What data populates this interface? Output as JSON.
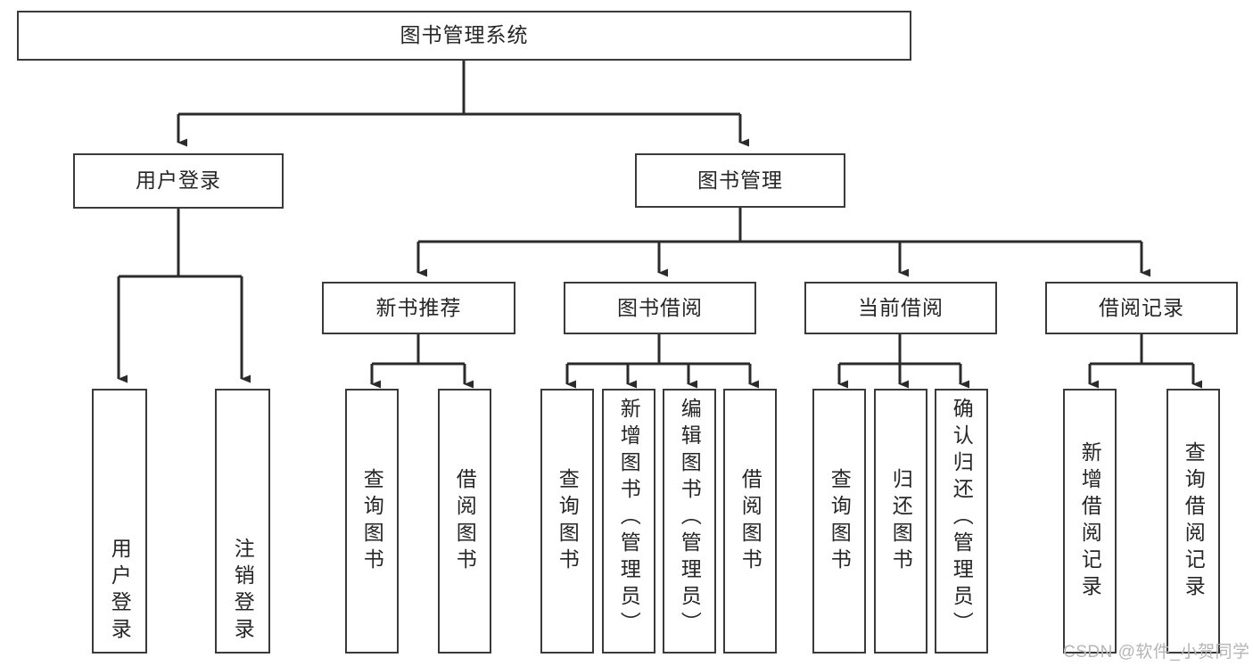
{
  "diagram": {
    "type": "tree",
    "title_node": {
      "label": "图书管理系统",
      "orientation": "horizontal"
    },
    "level2": [
      {
        "label": "用户登录",
        "orientation": "horizontal"
      },
      {
        "label": "图书管理",
        "orientation": "horizontal"
      }
    ],
    "level3": [
      {
        "label": "新书推荐",
        "orientation": "horizontal"
      },
      {
        "label": "图书借阅",
        "orientation": "horizontal"
      },
      {
        "label": "当前借阅",
        "orientation": "horizontal"
      },
      {
        "label": "借阅记录",
        "orientation": "horizontal"
      }
    ],
    "leaves": [
      {
        "label": "用户登录",
        "orientation": "vertical",
        "parent": "用户登录"
      },
      {
        "label": "注销登录",
        "orientation": "vertical",
        "parent": "用户登录"
      },
      {
        "label": "查询图书",
        "orientation": "vertical",
        "parent": "新书推荐"
      },
      {
        "label": "借阅图书",
        "orientation": "vertical",
        "parent": "新书推荐"
      },
      {
        "label": "查询图书",
        "orientation": "vertical",
        "parent": "图书借阅"
      },
      {
        "label": "新增图书（管理员）",
        "orientation": "vertical",
        "parent": "图书借阅"
      },
      {
        "label": "编辑图书（管理员）",
        "orientation": "vertical",
        "parent": "图书借阅"
      },
      {
        "label": "借阅图书",
        "orientation": "vertical",
        "parent": "图书借阅"
      },
      {
        "label": "查询图书",
        "orientation": "vertical",
        "parent": "当前借阅"
      },
      {
        "label": "归还图书",
        "orientation": "vertical",
        "parent": "当前借阅"
      },
      {
        "label": "确认归还（管理员）",
        "orientation": "vertical",
        "parent": "当前借阅"
      },
      {
        "label": "新增借阅记录",
        "orientation": "vertical",
        "parent": "借阅记录"
      },
      {
        "label": "查询借阅记录",
        "orientation": "vertical",
        "parent": "借阅记录"
      }
    ],
    "colors": {
      "border": "#3a3a3a",
      "connector": "#2b2b2b",
      "text": "#262626",
      "background": "#ffffff",
      "watermark": "#b5b5b5"
    }
  },
  "watermark": {
    "text": "CSDN @软件_小贺同学"
  }
}
